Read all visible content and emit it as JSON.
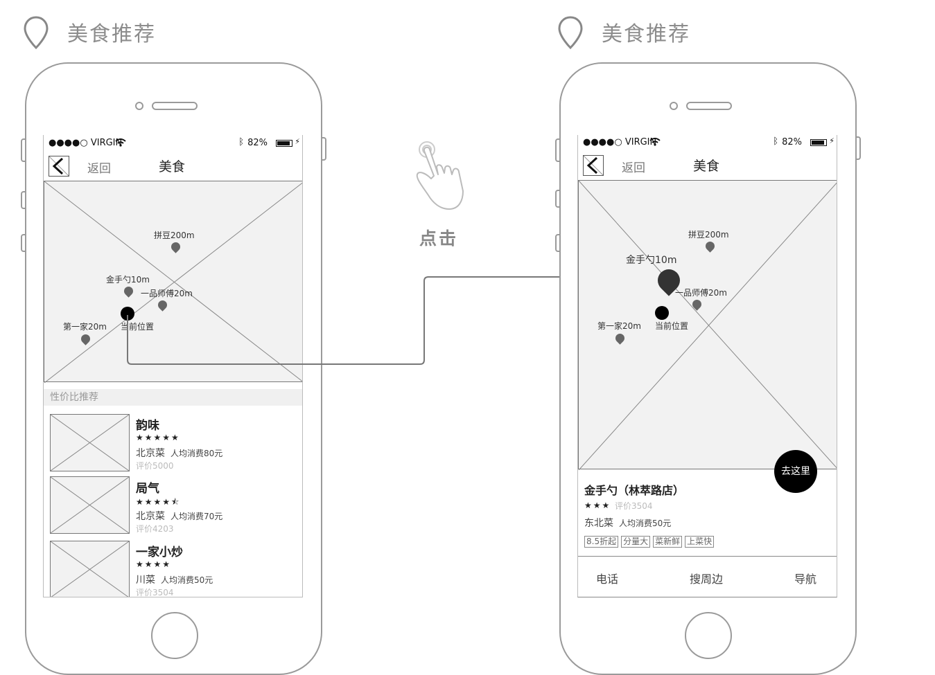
{
  "left_screen": {
    "title": "美食推荐",
    "status": {
      "carrier": "●●●●○ VIRGIN",
      "battery": "82%"
    },
    "nav": {
      "back": "返回",
      "title": "美食"
    },
    "map_labels": {
      "pindou": "拼豆200m",
      "jinshoushao": "金手勺10m",
      "yipin": "一品师傅20m",
      "diyijia": "第一家20m",
      "current": "当前位置"
    },
    "section_header": "性价比推荐",
    "restaurants": [
      {
        "name": "韵味",
        "stars": "★★★★★",
        "cuisine": "北京菜",
        "avg": "人均消费80元",
        "reviews": "评价5000"
      },
      {
        "name": "局气",
        "stars": "★★★★⯪",
        "cuisine": "北京菜",
        "avg": "人均消费70元",
        "reviews": "评价4203"
      },
      {
        "name": "一家小炒",
        "stars": "★★★★",
        "cuisine": "川菜",
        "avg": "人均消费50元",
        "reviews": "评价3504"
      }
    ]
  },
  "gesture": {
    "label": "点击"
  },
  "right_screen": {
    "title": "美食推荐",
    "status": {
      "carrier": "●●●●○ VIRGIN",
      "battery": "82%"
    },
    "nav": {
      "back": "返回",
      "title": "美食"
    },
    "map_labels": {
      "pindou": "拼豆200m",
      "jinshoushao": "金手勺10m",
      "yipin": "一品师傅20m",
      "diyijia": "第一家20m",
      "current": "当前位置"
    },
    "go_button": "去这里",
    "detail": {
      "name": "金手勺（林萃路店）",
      "stars": "★★★",
      "reviews": "评价3504",
      "cuisine": "东北菜",
      "avg": "人均消费50元",
      "tags": [
        "8.5折起",
        "分量大",
        "菜新鲜",
        "上菜快"
      ]
    },
    "actions": {
      "phone": "电话",
      "search_nearby": "搜周边",
      "navigate": "导航"
    }
  }
}
